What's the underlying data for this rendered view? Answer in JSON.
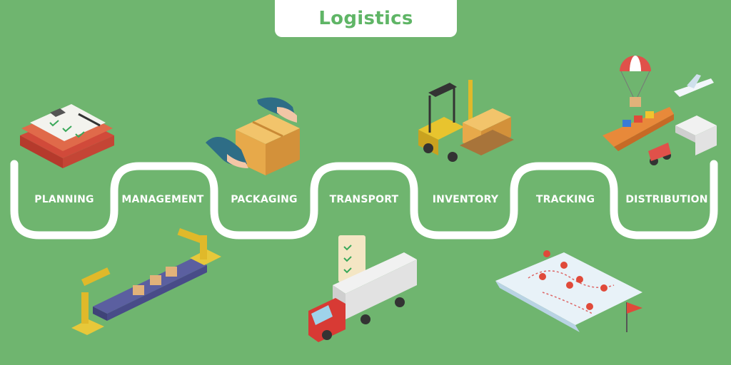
{
  "title": "Logistics",
  "colors": {
    "background": "#6fb56f",
    "path": "#ffffff",
    "title_text": "#5fb566"
  },
  "steps": [
    {
      "label": "PLANNING",
      "icon": "clipboard-checklist-icon"
    },
    {
      "label": "MANAGEMENT",
      "icon": "robotic-conveyor-icon"
    },
    {
      "label": "PACKAGING",
      "icon": "hands-holding-box-icon"
    },
    {
      "label": "TRANSPORT",
      "icon": "delivery-truck-icon"
    },
    {
      "label": "INVENTORY",
      "icon": "forklift-pallet-icon"
    },
    {
      "label": "TRACKING",
      "icon": "map-route-pins-icon"
    },
    {
      "label": "DISTRIBUTION",
      "icon": "multimodal-delivery-icon"
    }
  ]
}
